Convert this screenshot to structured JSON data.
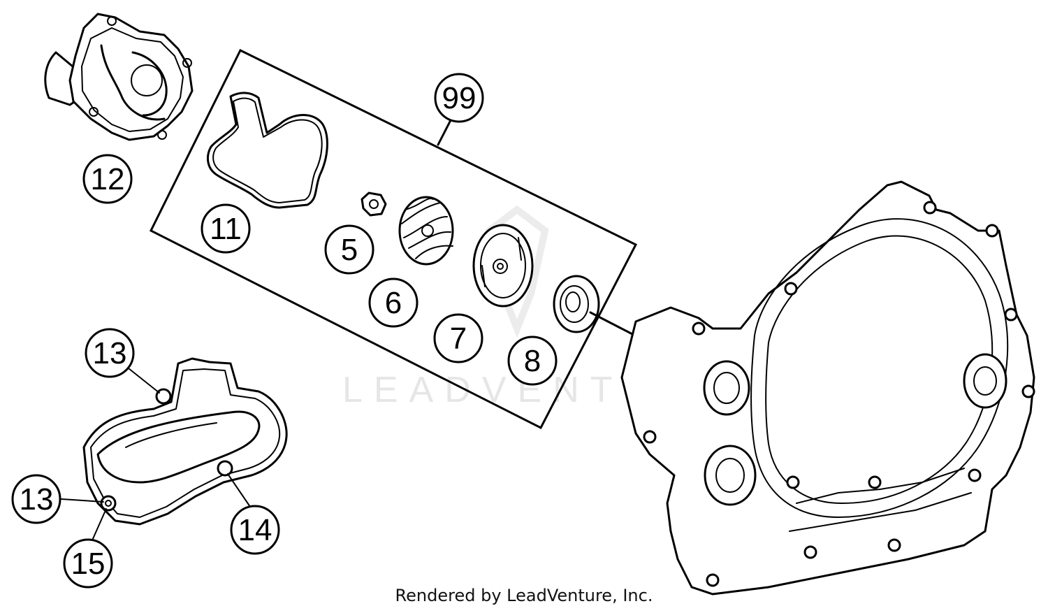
{
  "diagram": {
    "watermark": "LEADVENTURE",
    "credit": "Rendered by LeadVenture, Inc.",
    "callouts": {
      "c99": "99",
      "c12": "12",
      "c11": "11",
      "c5": "5",
      "c6": "6",
      "c7": "7",
      "c8": "8",
      "c13a": "13",
      "c13b": "13",
      "c14": "14",
      "c15": "15"
    }
  },
  "colors": {
    "line": "#000000",
    "background": "#ffffff",
    "watermark": "#e6e6e6"
  }
}
